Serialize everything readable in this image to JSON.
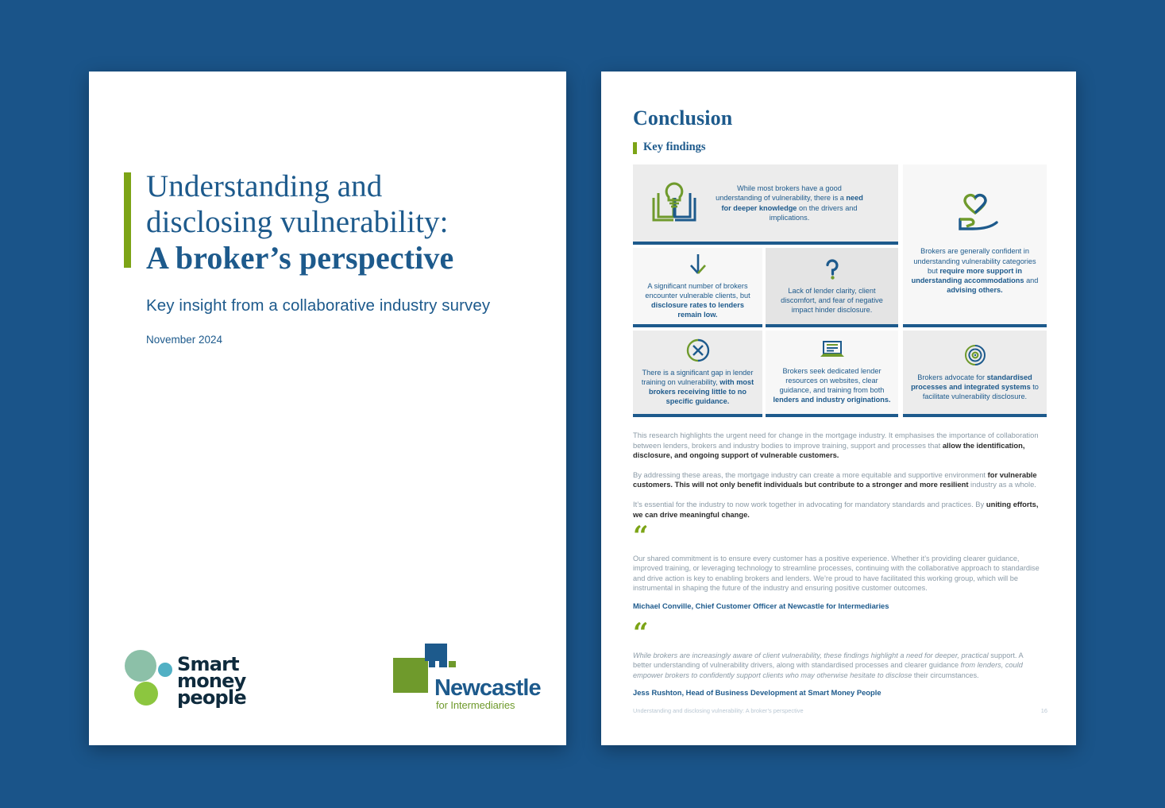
{
  "colors": {
    "background": "#1a5489",
    "brand_blue": "#1d5a8c",
    "brand_green": "#7ca416",
    "muted_text": "#8a9aa6"
  },
  "cover": {
    "title_line_1": "Understanding and",
    "title_line_2": "disclosing vulnerability:",
    "title_line_3": "A broker’s perspective",
    "subtitle": "Key insight from a collaborative industry survey",
    "date": "November 2024",
    "logos": {
      "smart_money_people": {
        "line_1": "Smart",
        "line_2": "money",
        "line_3": "people"
      },
      "newcastle": {
        "name": "Newcastle",
        "tagline": "for Intermediaries"
      }
    }
  },
  "conclusion": {
    "title": "Conclusion",
    "section_heading": "Key findings",
    "findings": [
      {
        "id": "knowledge",
        "icon": "book-lightbulb-icon",
        "text_parts": [
          {
            "t": "While most brokers have a good understanding of vulnerability, there is a ",
            "b": false
          },
          {
            "t": "need for deeper knowledge",
            "b": true
          },
          {
            "t": " on the drivers and implications.",
            "b": false
          }
        ]
      },
      {
        "id": "confidence",
        "icon": "heart-in-hand-icon",
        "text_parts": [
          {
            "t": "Brokers are generally confident in understanding vulnerability categories but ",
            "b": false
          },
          {
            "t": "require more support in understanding accommodations",
            "b": true
          },
          {
            "t": " and ",
            "b": false
          },
          {
            "t": "advising others.",
            "b": true
          }
        ]
      },
      {
        "id": "disclosure",
        "icon": "down-arrow-icon",
        "text_parts": [
          {
            "t": "A significant number of brokers encounter vulnerable clients, but ",
            "b": false
          },
          {
            "t": "disclosure rates to lenders remain low.",
            "b": true
          }
        ]
      },
      {
        "id": "barriers",
        "icon": "question-mark-icon",
        "text_parts": [
          {
            "t": "Lack of lender clarity, client discomfort, and fear of negative impact hinder disclosure.",
            "b": false
          }
        ]
      },
      {
        "id": "training",
        "icon": "circle-x-icon",
        "text_parts": [
          {
            "t": "There is a significant gap in lender training on vulnerability, ",
            "b": false
          },
          {
            "t": "with most brokers receiving little to no specific guidance.",
            "b": true
          }
        ]
      },
      {
        "id": "resources",
        "icon": "laptop-icon",
        "text_parts": [
          {
            "t": "Brokers seek dedicated lender resources on websites, clear guidance, and training from both ",
            "b": false
          },
          {
            "t": "lenders and industry originations.",
            "b": true
          }
        ]
      },
      {
        "id": "standards",
        "icon": "gear-target-icon",
        "text_parts": [
          {
            "t": "Brokers advocate for ",
            "b": false
          },
          {
            "t": "standardised processes and integrated systems",
            "b": true
          },
          {
            "t": " to facilitate vulnerability disclosure.",
            "b": false
          }
        ]
      }
    ],
    "paragraphs": [
      [
        {
          "t": "This research highlights the urgent need for change in the mortgage industry. It emphasises the importance of collaboration between lenders, brokers and industry bodies to improve training, support and processes that ",
          "b": false
        },
        {
          "t": "allow the identification, disclosure, and ongoing support of vulnerable customers.",
          "b": true
        }
      ],
      [
        {
          "t": "By addressing these areas, the mortgage industry can create a more equitable and supportive environment ",
          "b": false
        },
        {
          "t": "for vulnerable customers. This will not only benefit individuals but contribute to a stronger and more resilient",
          "b": true
        },
        {
          "t": " industry as a whole.",
          "b": false
        }
      ],
      [
        {
          "t": "It’s essential for the industry to now work together in advocating for mandatory standards and practices. By ",
          "b": false
        },
        {
          "t": "uniting efforts, we can drive meaningful change.",
          "b": true
        }
      ]
    ],
    "quotes": [
      {
        "mark": "“",
        "text_parts": [
          {
            "t": "Our shared commitment is to ensure every customer has a positive experience. Whether it’s providing clearer guidance, improved training, or leveraging technology to streamline processes, continuing with the collaborative approach to standardise and drive action is key to enabling brokers and lenders. We’re proud to have facilitated this working group, which will be instrumental in shaping the future of the industry and ensuring positive customer outcomes.",
            "i": false
          }
        ],
        "attribution": "Michael Conville, Chief Customer Officer at Newcastle for Intermediaries"
      },
      {
        "mark": "“",
        "text_parts": [
          {
            "t": "While brokers are increasingly aware of client vulnerability, these findings highlight a need for deeper, practical",
            "i": true
          },
          {
            "t": " support. A better understanding of vulnerability drivers, along with standardised processes and clearer guidance ",
            "i": false
          },
          {
            "t": "from lenders, could empower brokers to confidently support clients who may otherwise hesitate to disclose",
            "i": true
          },
          {
            "t": " their circumstances.",
            "i": false
          }
        ],
        "attribution": "Jess Rushton, Head of Business Development at Smart Money People"
      }
    ],
    "footer": {
      "document_title": "Understanding and disclosing vulnerability: A broker’s perspective",
      "page_number": "16"
    }
  }
}
